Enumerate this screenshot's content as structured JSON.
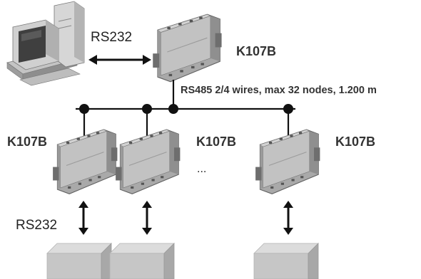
{
  "diagram": {
    "link_top": "RS232",
    "link_bottom": "RS232",
    "master_device": "K107B",
    "bus_label": "RS485 2/4 wires, max 32 nodes, 1.200 m",
    "node_devices": [
      "K107B",
      "K107B",
      "K107B"
    ],
    "ellipsis": "..."
  },
  "colors": {
    "line": "#111111",
    "device_body": "#a9a9a9",
    "device_front": "#c8c8c8",
    "box_face": "#c6c6c6",
    "box_side": "#a8a8a8",
    "box_top": "#dcdcdc",
    "pc_body": "#d6d6d6",
    "pc_screen": "#3f3f3f"
  },
  "icons": [
    "computer-icon",
    "din-rail-module-icon",
    "device-box-icon",
    "double-arrow-icon"
  ]
}
